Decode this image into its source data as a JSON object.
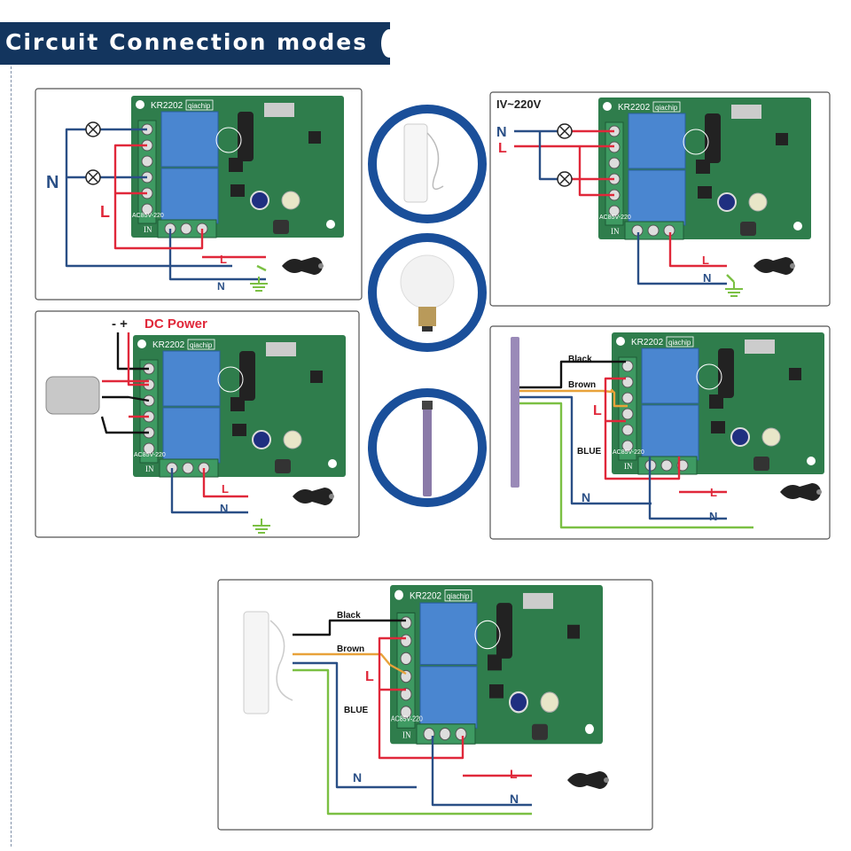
{
  "header": {
    "title": "Circuit Connection modes"
  },
  "board": {
    "model": "KR2202",
    "brand": "qiachip",
    "voltage": "AC85V-220",
    "input": "IN"
  },
  "labels": {
    "n": "N",
    "l": "L",
    "voltage_range": "IV~220V",
    "dc_power": "DC Power",
    "dc_polarity": "- +",
    "black": "Black",
    "brown": "Brown",
    "blue": "BLUE"
  },
  "colors": {
    "header": "#13355e",
    "live": "#e0283a",
    "neutral": "#2a4f86",
    "ground": "#7bc043",
    "ring": "#1a4f9a"
  },
  "icons": [
    "wireless-sensor-icon",
    "light-bulb-icon",
    "tubular-motor-icon"
  ]
}
